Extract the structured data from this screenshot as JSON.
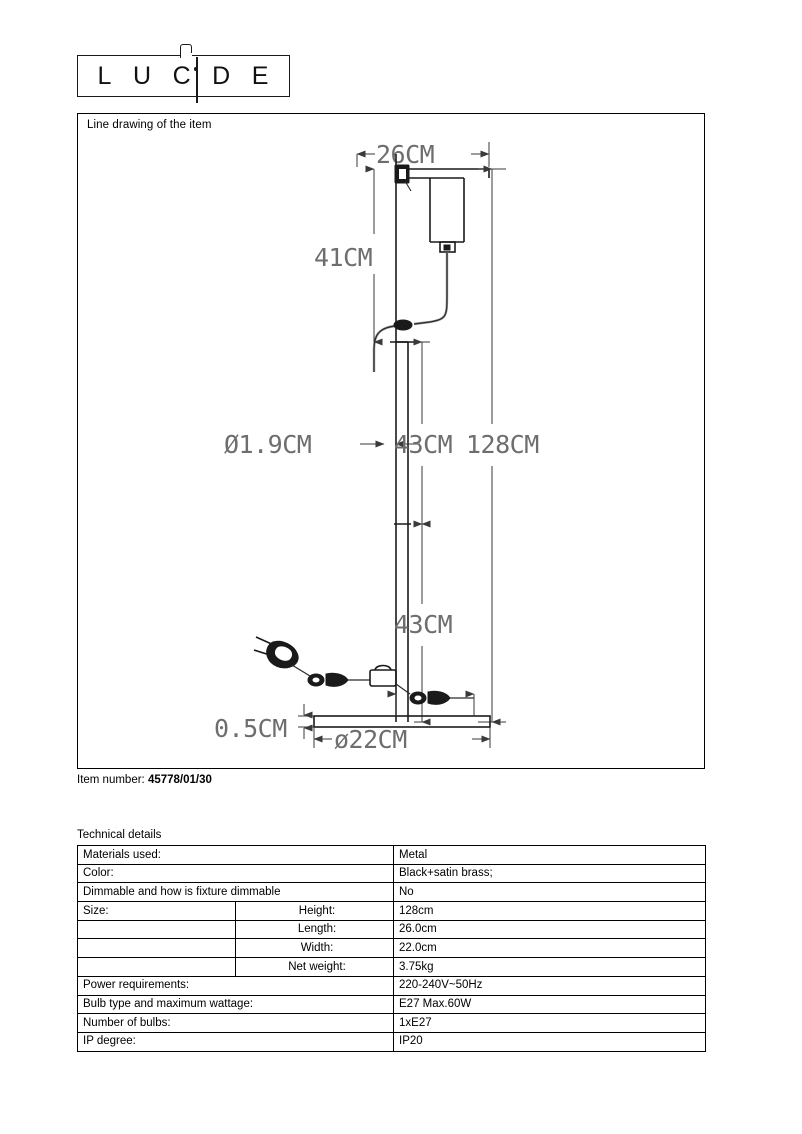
{
  "brand": {
    "name": "LUCIDE",
    "letters": [
      "L",
      "U",
      "C",
      "D",
      "E"
    ]
  },
  "drawing": {
    "caption": "Line drawing of the item",
    "dimensions": {
      "width_top": "26CM",
      "head_height": "41CM",
      "pole_diameter": "Ø1.9CM",
      "upper_segment": "43CM",
      "total_height": "128CM",
      "lower_segment": "43CM",
      "base_thickness": "0.5CM",
      "base_diameter": "ø22CM"
    }
  },
  "item_number": {
    "label": "Item number:",
    "value": "45778/01/30"
  },
  "technical_details": {
    "heading": "Technical details",
    "rows": [
      {
        "label": "Materials used:",
        "sub": "",
        "value": "Metal"
      },
      {
        "label": "Color:",
        "sub": "",
        "value": "Black+satin brass;"
      },
      {
        "label": "Dimmable and how is fixture dimmable",
        "sub": "",
        "value": "No"
      },
      {
        "label": "Size:",
        "sub": "Height:",
        "value": "128cm"
      },
      {
        "label": "",
        "sub": "Length:",
        "value": "26.0cm"
      },
      {
        "label": "",
        "sub": "Width:",
        "value": "22.0cm"
      },
      {
        "label": "",
        "sub": "Net weight:",
        "value": "3.75kg"
      },
      {
        "label": "Power requirements:",
        "sub": "",
        "value": "220-240V~50Hz"
      },
      {
        "label": "Bulb type and maximum wattage:",
        "sub": "",
        "value": "E27 Max.60W"
      },
      {
        "label": "Number of bulbs:",
        "sub": "",
        "value": "1xE27"
      },
      {
        "label": "IP degree:",
        "sub": "",
        "value": "IP20"
      }
    ]
  }
}
